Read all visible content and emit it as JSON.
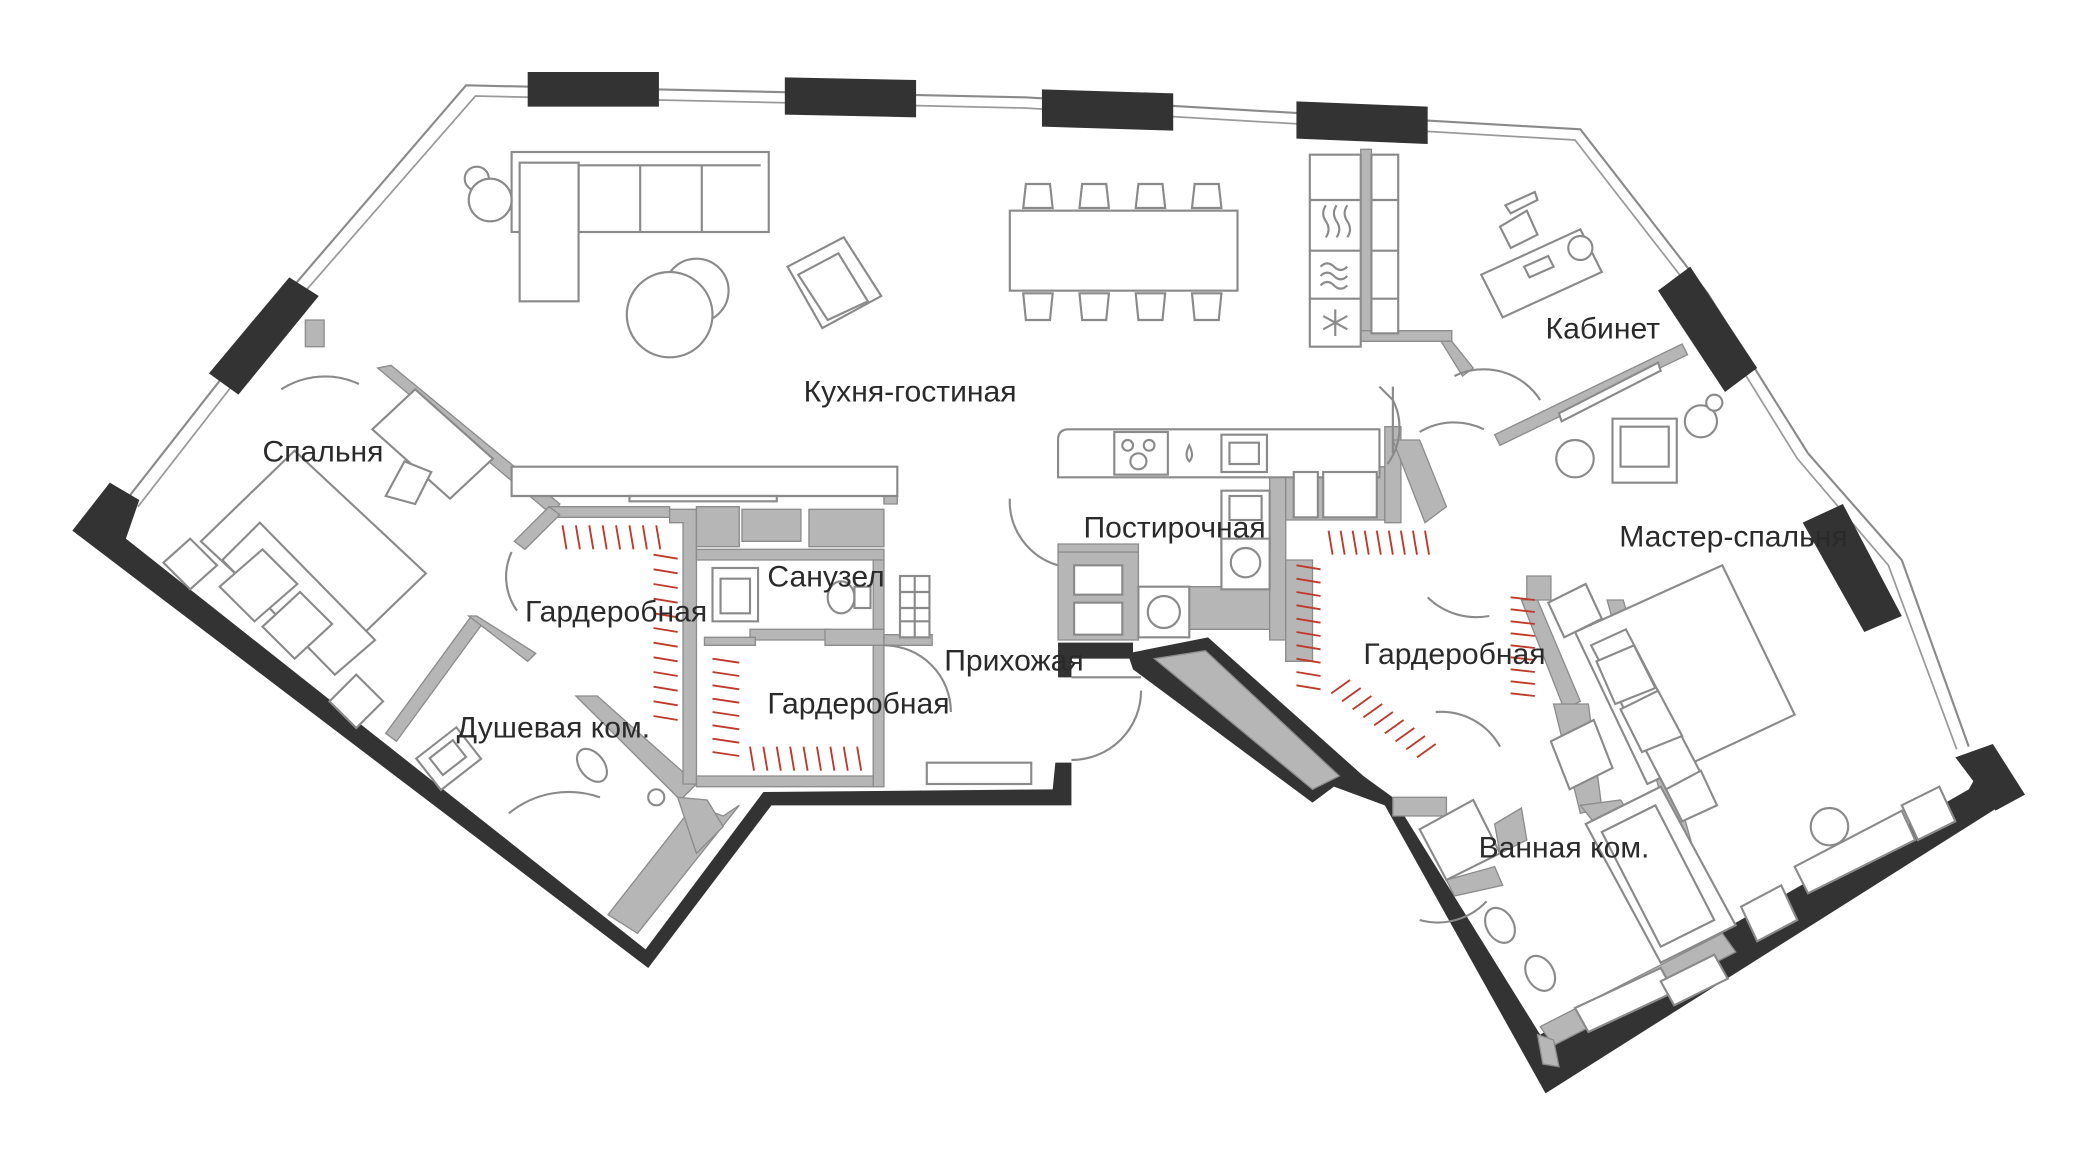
{
  "rooms": {
    "kitchen_living": "Кухня-гостиная",
    "study": "Кабинет",
    "bedroom": "Спальня",
    "master_bedroom": "Мастер-спальня",
    "laundry": "Постирочная",
    "wardrobe_left": "Гардеробная",
    "bathroom_small": "Санузел",
    "wardrobe_center": "Гардеробная",
    "hallway": "Прихожая",
    "shower_room": "Душевая ком.",
    "wardrobe_right": "Гардеробная",
    "bathroom_master": "Ванная ком."
  },
  "colors": {
    "outer_wall": "#333333",
    "inner_wall": "#b6b6b6",
    "line": "#8a8a8a"
  },
  "icons": [
    "heat-wave-icon",
    "water-wave-icon",
    "snowflake-icon"
  ]
}
